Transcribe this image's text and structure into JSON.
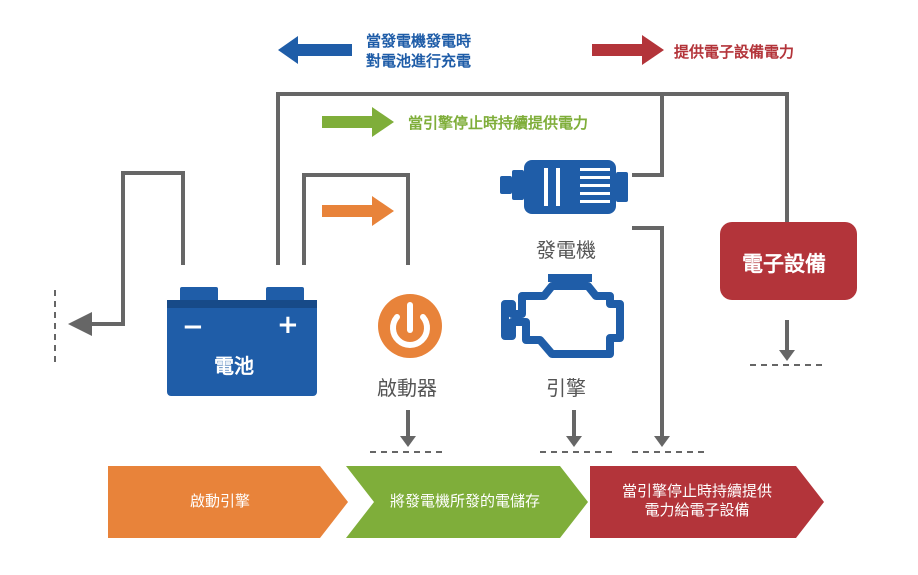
{
  "legend": {
    "blue_line1": "當發電機發電時",
    "blue_line2": "對電池進行充電",
    "red": "提供電子設備電力",
    "green": "當引擎停止時持續提供電力"
  },
  "components": {
    "battery": "電池",
    "starter": "啟動器",
    "alternator": "發電機",
    "engine": "引擎",
    "electronics": "電子設備"
  },
  "banners": {
    "first": "啟動引擎",
    "second": "將發電機所發的電儲存",
    "third_line1": "當引擎停止時持續提供",
    "third_line2": "電力給電子設備"
  },
  "battery_symbols": {
    "minus": "−",
    "plus": "+"
  },
  "colors": {
    "blue": "#1f5da8",
    "red": "#b3343a",
    "green": "#7fae3a",
    "orange": "#e8833a",
    "gray": "#666666"
  }
}
